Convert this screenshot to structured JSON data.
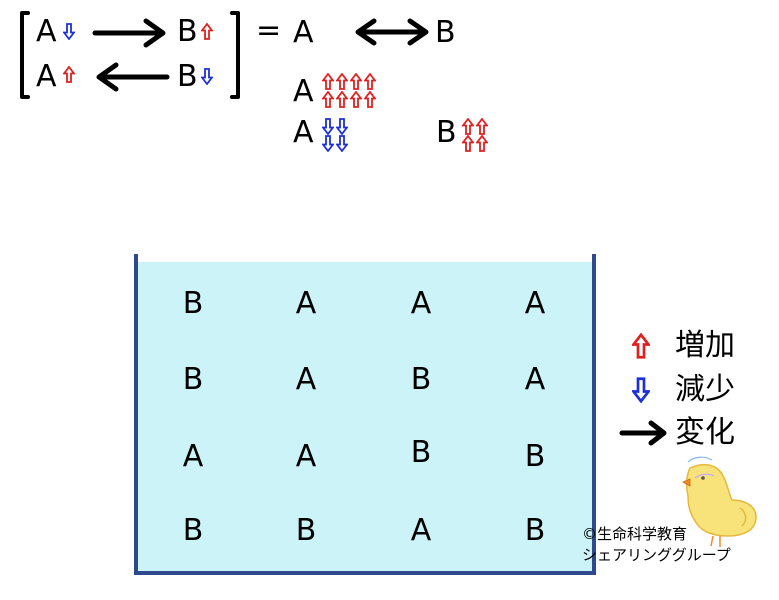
{
  "equation": {
    "row1_left": "A",
    "row1_right": "B",
    "row2_left": "A",
    "row2_right": "B",
    "equals": "=",
    "eq_left": "A",
    "eq_right": "B",
    "example1_left": "A",
    "example2_left": "A",
    "example2_right": "B"
  },
  "beaker": {
    "grid": [
      [
        "B",
        "A",
        "A",
        "A"
      ],
      [
        "B",
        "A",
        "B",
        "A"
      ],
      [
        "A",
        "A",
        "B",
        "B"
      ],
      [
        "B",
        "B",
        "A",
        "B"
      ]
    ],
    "water_color": "#ccf4f8",
    "wall_color": "#2e4a8c"
  },
  "legend": {
    "increase": "増加",
    "decrease": "減少",
    "change": "変化"
  },
  "colors": {
    "increase": "#e02020",
    "decrease": "#1c2fd8"
  },
  "credit": {
    "line1": "©生命科学教育",
    "line2": "シェアリンググループ"
  }
}
